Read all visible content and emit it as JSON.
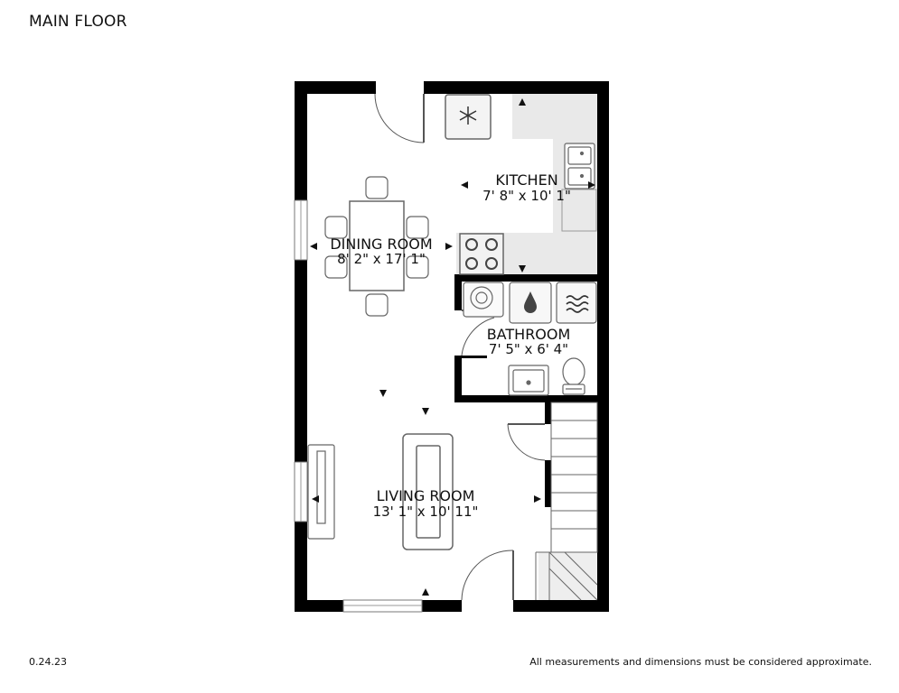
{
  "header": {
    "title": "MAIN FLOOR"
  },
  "footer": {
    "version": "0.24.23",
    "disclaimer": "All measurements and dimensions must be considered approximate."
  },
  "rooms": {
    "kitchen": {
      "name": "KITCHEN",
      "dimensions": "7' 8\" x 10' 1\""
    },
    "dining": {
      "name": "DINING ROOM",
      "dimensions": "8' 2\" x 17' 1\""
    },
    "bathroom": {
      "name": "BATHROOM",
      "dimensions": "7' 5\" x 6' 4\""
    },
    "living": {
      "name": "LIVING ROOM",
      "dimensions": "13' 1\" x 10' 11\""
    }
  },
  "colors": {
    "wall": "#000000",
    "counter": "#e8e8e8",
    "fixture": "#6a6a6a",
    "background": "#ffffff"
  },
  "icons": [
    "snowflake-icon",
    "water-drop-icon",
    "wave-icon"
  ]
}
